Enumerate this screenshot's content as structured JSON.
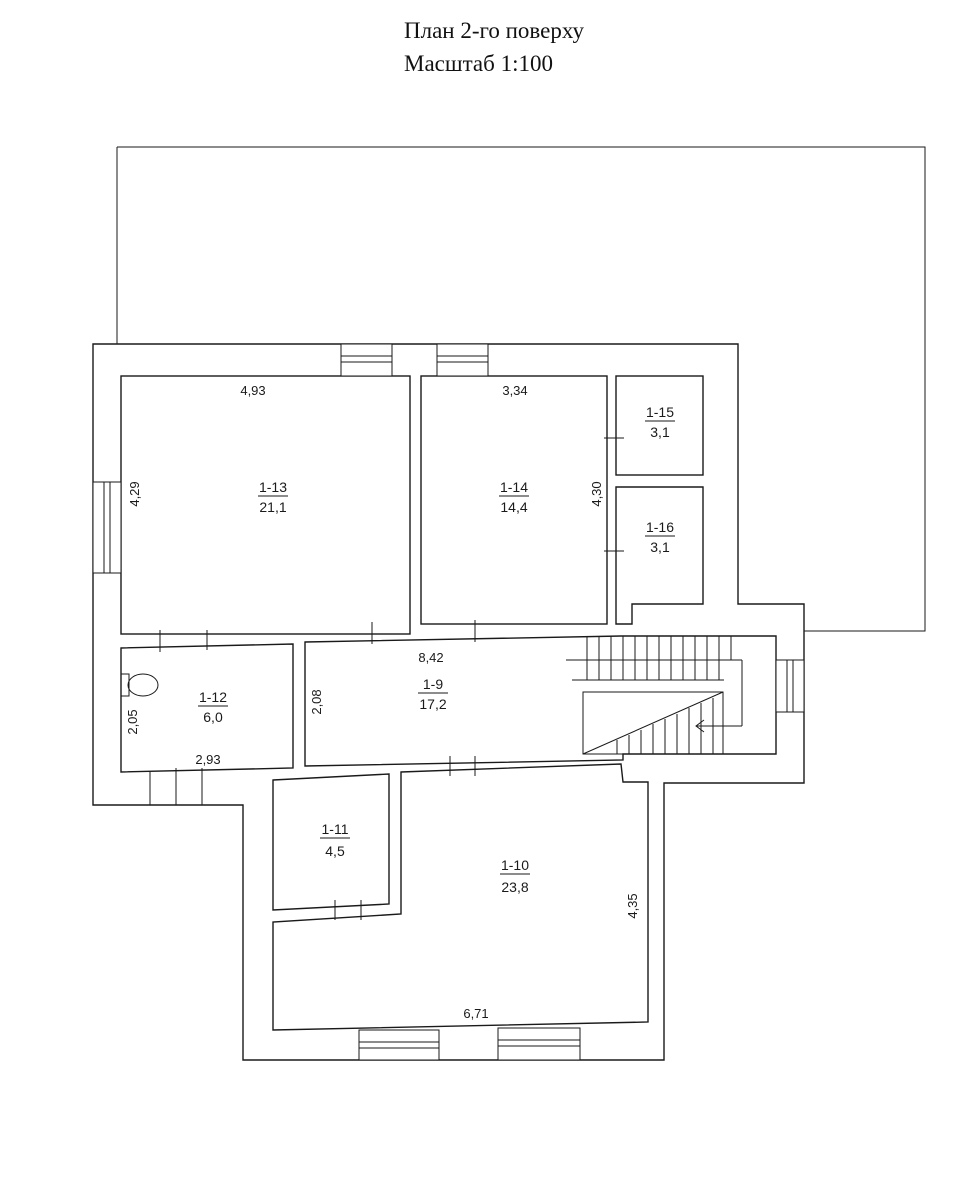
{
  "title": "План 2-го поверху",
  "scale": "Масштаб 1:100",
  "rooms": [
    {
      "id": "1-9",
      "area": "17,2"
    },
    {
      "id": "1-10",
      "area": "23,8"
    },
    {
      "id": "1-11",
      "area": "4,5"
    },
    {
      "id": "1-12",
      "area": "6,0"
    },
    {
      "id": "1-13",
      "area": "21,1"
    },
    {
      "id": "1-14",
      "area": "14,4"
    },
    {
      "id": "1-15",
      "area": "3,1"
    },
    {
      "id": "1-16",
      "area": "3,1"
    }
  ],
  "dimensions": {
    "r13_width": "4,93",
    "r13_height": "4,29",
    "r14_width": "3,34",
    "r14_height": "4,30",
    "r9_width": "8,42",
    "r9_height": "2,08",
    "r12_height": "2,05",
    "r12_width": "2,93",
    "r10_height": "4,35",
    "r10_width": "6,71"
  }
}
